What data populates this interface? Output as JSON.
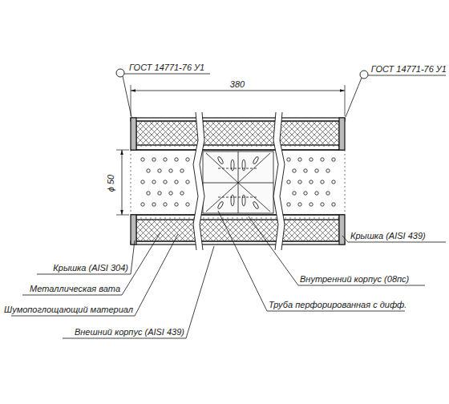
{
  "diagram": {
    "labels": [
      "ГОСТ 14771-76 У1",
      "ГОСТ 14771-76 У1",
      "380",
      "ϕ 50",
      "Крышка (AISI 439)",
      "Крышка (AISI 304)",
      "Металлическая вата",
      "Внутренний корпус (08пс)",
      "Шумопоглощающий материал",
      "Труба перфорированная с дифф.",
      "Внешний корпус (AISI 439)"
    ]
  }
}
